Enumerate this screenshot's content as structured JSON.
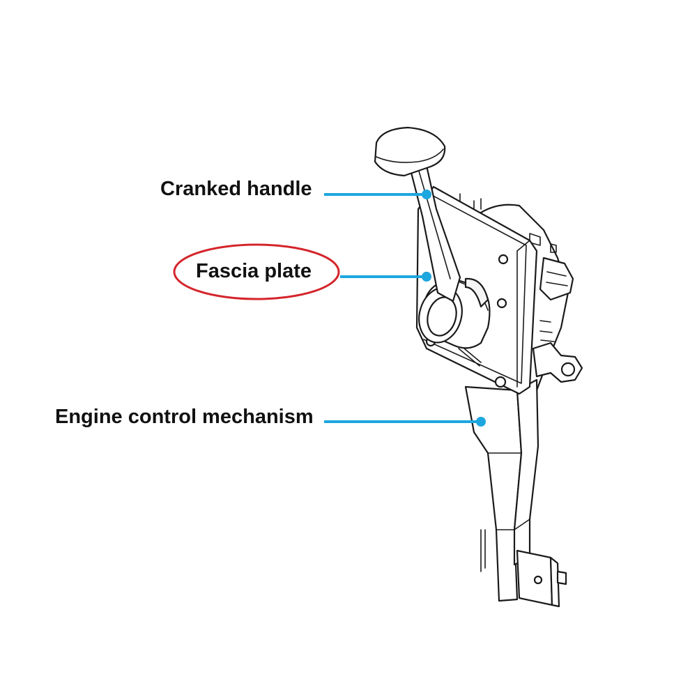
{
  "labels": {
    "cranked_handle": "Cranked handle",
    "fascia_plate": "Fascia plate",
    "engine_control_mechanism": "Engine control mechanism"
  },
  "colors": {
    "leader": "#1ea7df",
    "highlight_ellipse": "#d4252b",
    "text": "#111111",
    "outline": "#1a1a1a"
  },
  "highlighted_label": "fascia_plate"
}
